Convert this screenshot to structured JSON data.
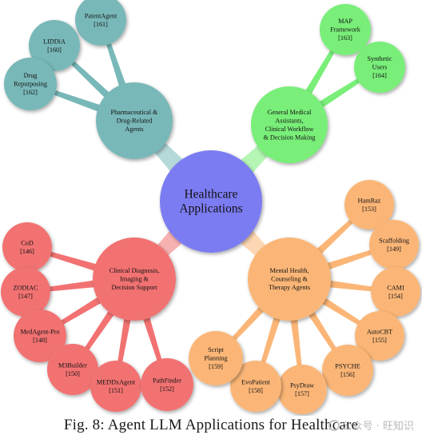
{
  "center": {
    "lines": [
      "Healthcare",
      "Applications"
    ],
    "color": "#7b7cf2"
  },
  "clusters": [
    {
      "id": "pharma",
      "color": "#79b8b8",
      "lines": [
        "Pharmaceutical &",
        "Drug-Related",
        "Agents"
      ],
      "leaves": [
        {
          "lines": [
            "PatentAgent",
            "[161]"
          ]
        },
        {
          "lines": [
            "LIDDiA",
            "[160]"
          ]
        },
        {
          "lines": [
            "Drug",
            "Repurposing",
            "[162]"
          ]
        }
      ]
    },
    {
      "id": "general",
      "color": "#79ee79",
      "lines": [
        "General Medical",
        "Assistants,",
        "Clinical Workflow",
        "& Decision Making"
      ],
      "leaves": [
        {
          "lines": [
            "MAP",
            "Framework",
            "[163]"
          ]
        },
        {
          "lines": [
            "Synthetic",
            "Users",
            "[164]"
          ]
        }
      ]
    },
    {
      "id": "clinical",
      "color": "#f27272",
      "lines": [
        "Clinical Diagnosis,",
        "Imaging &",
        "Decision Support"
      ],
      "leaves": [
        {
          "lines": [
            "CoD",
            "[146]"
          ]
        },
        {
          "lines": [
            "ZODIAC",
            "[147]"
          ]
        },
        {
          "lines": [
            "MedAgent-Pro",
            "[148]"
          ]
        },
        {
          "lines": [
            "M3Builder",
            "[150]"
          ]
        },
        {
          "lines": [
            "MEDDxAgent",
            "[151]"
          ]
        },
        {
          "lines": [
            "PathFinder",
            "[152]"
          ]
        }
      ]
    },
    {
      "id": "mental",
      "color": "#fbb677",
      "lines": [
        "Mental Health,",
        "Counseling &",
        "Therapy Agents"
      ],
      "leaves": [
        {
          "lines": [
            "HamRaz",
            "[153]"
          ]
        },
        {
          "lines": [
            "Scaffolding",
            "[149]"
          ]
        },
        {
          "lines": [
            "CAMI",
            "[154]"
          ]
        },
        {
          "lines": [
            "AutoCBT",
            "[155]"
          ]
        },
        {
          "lines": [
            "PSYCHE",
            "[156]"
          ]
        },
        {
          "lines": [
            "PsyDraw",
            "[157]"
          ]
        },
        {
          "lines": [
            "EvoPatient",
            "[158]"
          ]
        },
        {
          "lines": [
            "Script",
            "Planning",
            "[159]"
          ]
        }
      ]
    }
  ],
  "caption": "Fig. 8: Agent LLM Applications for Healthcare",
  "watermark": "公众号 · 旺知识"
}
